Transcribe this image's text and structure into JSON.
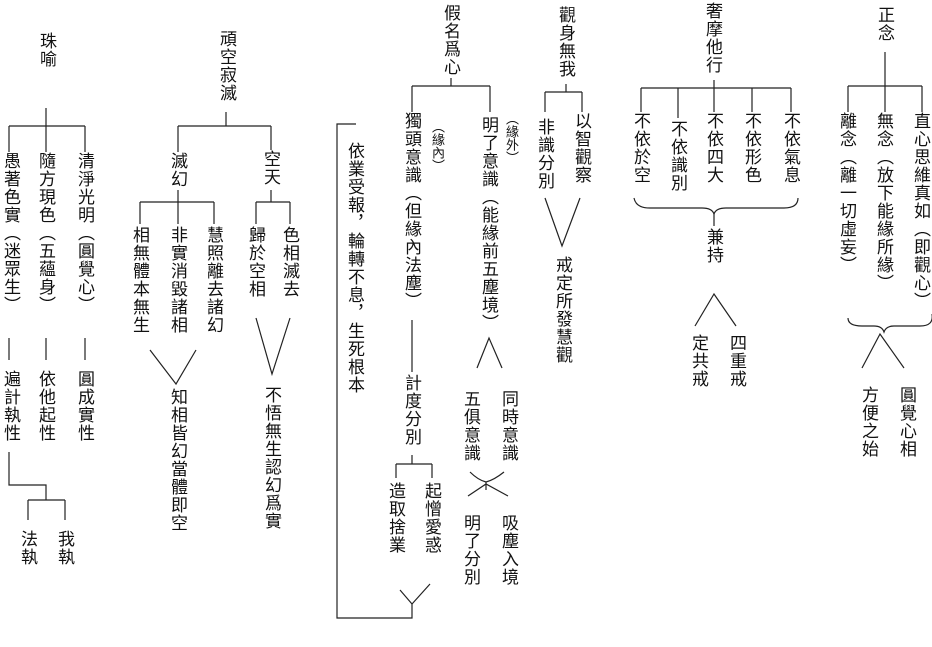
{
  "col_zhengnian": {
    "root": "正念",
    "b1": "直心思維真如（即觀心）",
    "b2": "無念（放下能緣所緣）",
    "b3": "離念（離一切虛妄）",
    "r1": "圓覺心相",
    "r2": "方便之始"
  },
  "col_shemota": {
    "root": "奢摩他行",
    "b1": "不依氣息",
    "b2": "不依形色",
    "b3": "不依四大",
    "b4": "不依識別",
    "b5": "不依於空",
    "mid": "兼持",
    "r1": "四重戒",
    "r2": "定共戒"
  },
  "col_guanshen": {
    "root": "觀身無我",
    "b1": "以智觀察",
    "b2": "非識分別",
    "r1": "戒定所發慧觀"
  },
  "col_jiaming": {
    "root": "假名爲心",
    "wai": "（緣外）",
    "b1": "明了意識（能緣前五塵境）",
    "nei": "（緣內）",
    "b2": "獨頭意識（但緣內法塵）",
    "s1": "同時意識",
    "s2": "五俱意識",
    "s3": "吸塵入境",
    "s4": "明了分別",
    "c1": "計度分別",
    "c2": "起憎愛惑",
    "c3": "造取捨業"
  },
  "col_yiye": {
    "text": "依業受報，輪轉不息，生死根本"
  },
  "col_wankong": {
    "root": "頑空寂滅",
    "b1": "空天",
    "b2": "滅幻",
    "k1": "色相滅去",
    "k2": "歸於空相",
    "m1": "慧照離去諸幻",
    "m2": "非實消毀諸相",
    "m3": "相無體本無生",
    "r1": "不悟無生認幻爲實",
    "r2": "知相皆幻當體即空"
  },
  "col_zhuyu": {
    "root": "珠喻",
    "b1": "清淨光明（圓覺心）",
    "b2": "隨方現色（五蘊身）",
    "b3": "愚著色實（迷眾生）",
    "r1": "圓成實性",
    "r2": "依他起性",
    "r3": "遍計執性",
    "z1": "我執",
    "z2": "法執"
  }
}
